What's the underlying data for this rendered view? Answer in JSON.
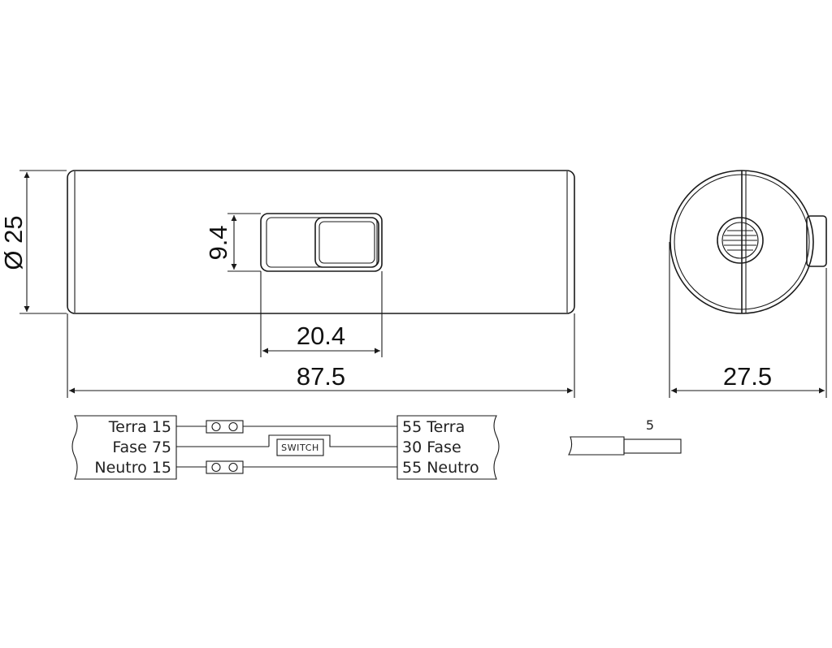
{
  "dimensions": {
    "diameter": "Ø 25",
    "switch_height": "9.4",
    "switch_width": "20.4",
    "body_length": "87.5",
    "side_width": "27.5",
    "strip_length": "5"
  },
  "wiring": {
    "left_labels": [
      "Terra 15",
      "Fase 75",
      "Neutro 15"
    ],
    "right_labels": [
      "55 Terra",
      "30 Fase",
      "55 Neutro"
    ],
    "switch_label": "SWITCH"
  },
  "colors": {
    "line": "#1a1a1a",
    "background": "#ffffff"
  }
}
